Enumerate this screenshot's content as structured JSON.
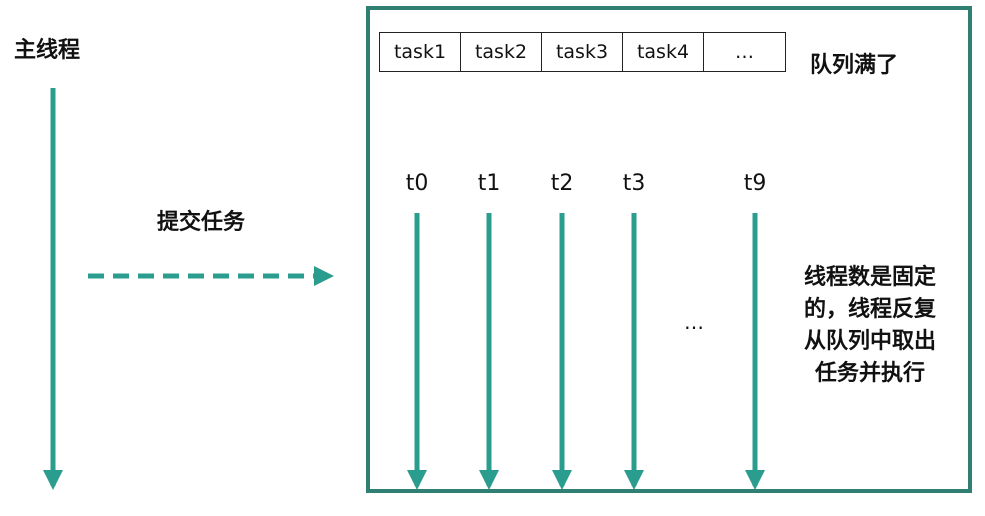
{
  "main_thread": {
    "label": "主线程"
  },
  "submit": {
    "label": "提交任务"
  },
  "queue": {
    "cells": [
      "task1",
      "task2",
      "task3",
      "task4",
      "…"
    ],
    "status": "队列满了"
  },
  "threads": {
    "labels": [
      "t0",
      "t1",
      "t2",
      "t3",
      "t9"
    ],
    "ellipsis": "…"
  },
  "explanation": {
    "lines": [
      "线程数是固定",
      "的，线程反复",
      "从队列中取出",
      "任务并执行"
    ]
  },
  "colors": {
    "accent": "#2a9d8f",
    "border": "#2f7f73"
  }
}
